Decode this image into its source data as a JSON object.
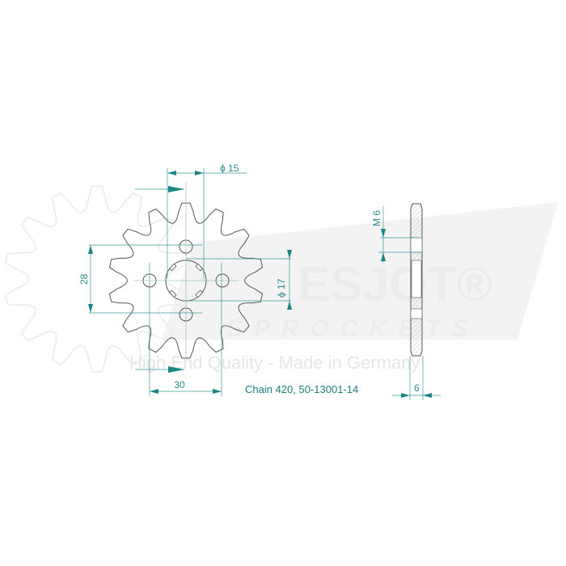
{
  "drawing": {
    "caption": "Chain 420, 50-13001-14",
    "teeth": 14,
    "dimensions": {
      "bore_diameter": "ϕ 15",
      "spline_diameter": "ϕ 17",
      "bolt_spacing_vertical": "28",
      "bolt_spacing_horizontal": "30",
      "thread": "M 6",
      "thickness": "6"
    }
  },
  "watermark": {
    "brand": "ESJOT®",
    "subbrand": "SPROCKETS",
    "tagline": "High End Quality - Made in Germany"
  },
  "colors": {
    "dimension": "#2a8a8a",
    "outline": "#555555",
    "watermark": "#ececec"
  }
}
